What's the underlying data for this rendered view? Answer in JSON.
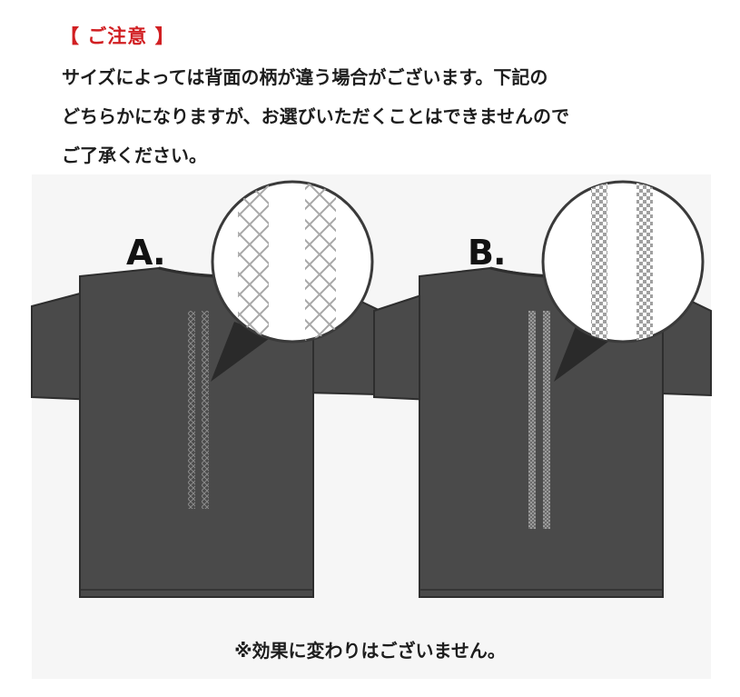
{
  "notice": {
    "heading": "【 ご注意 】",
    "lines": [
      "サイズによっては背面の柄が違う場合がございます。下記の",
      "どちらかになりますが、お選びいただくことはできませんので",
      "ご了承ください。"
    ]
  },
  "variants": [
    {
      "label": "A.",
      "pattern": "diamond-lattice"
    },
    {
      "label": "B.",
      "pattern": "checkered-stripe"
    }
  ],
  "footnote": "※効果に変わりはございません。",
  "colors": {
    "heading": "#d11f22",
    "text": "#1d1d1d",
    "shirt": "#4a4a4a",
    "shirt_outline": "#2e2e2e",
    "pattern": "#9a9a9a",
    "background_panel": "#f6f6f6"
  }
}
